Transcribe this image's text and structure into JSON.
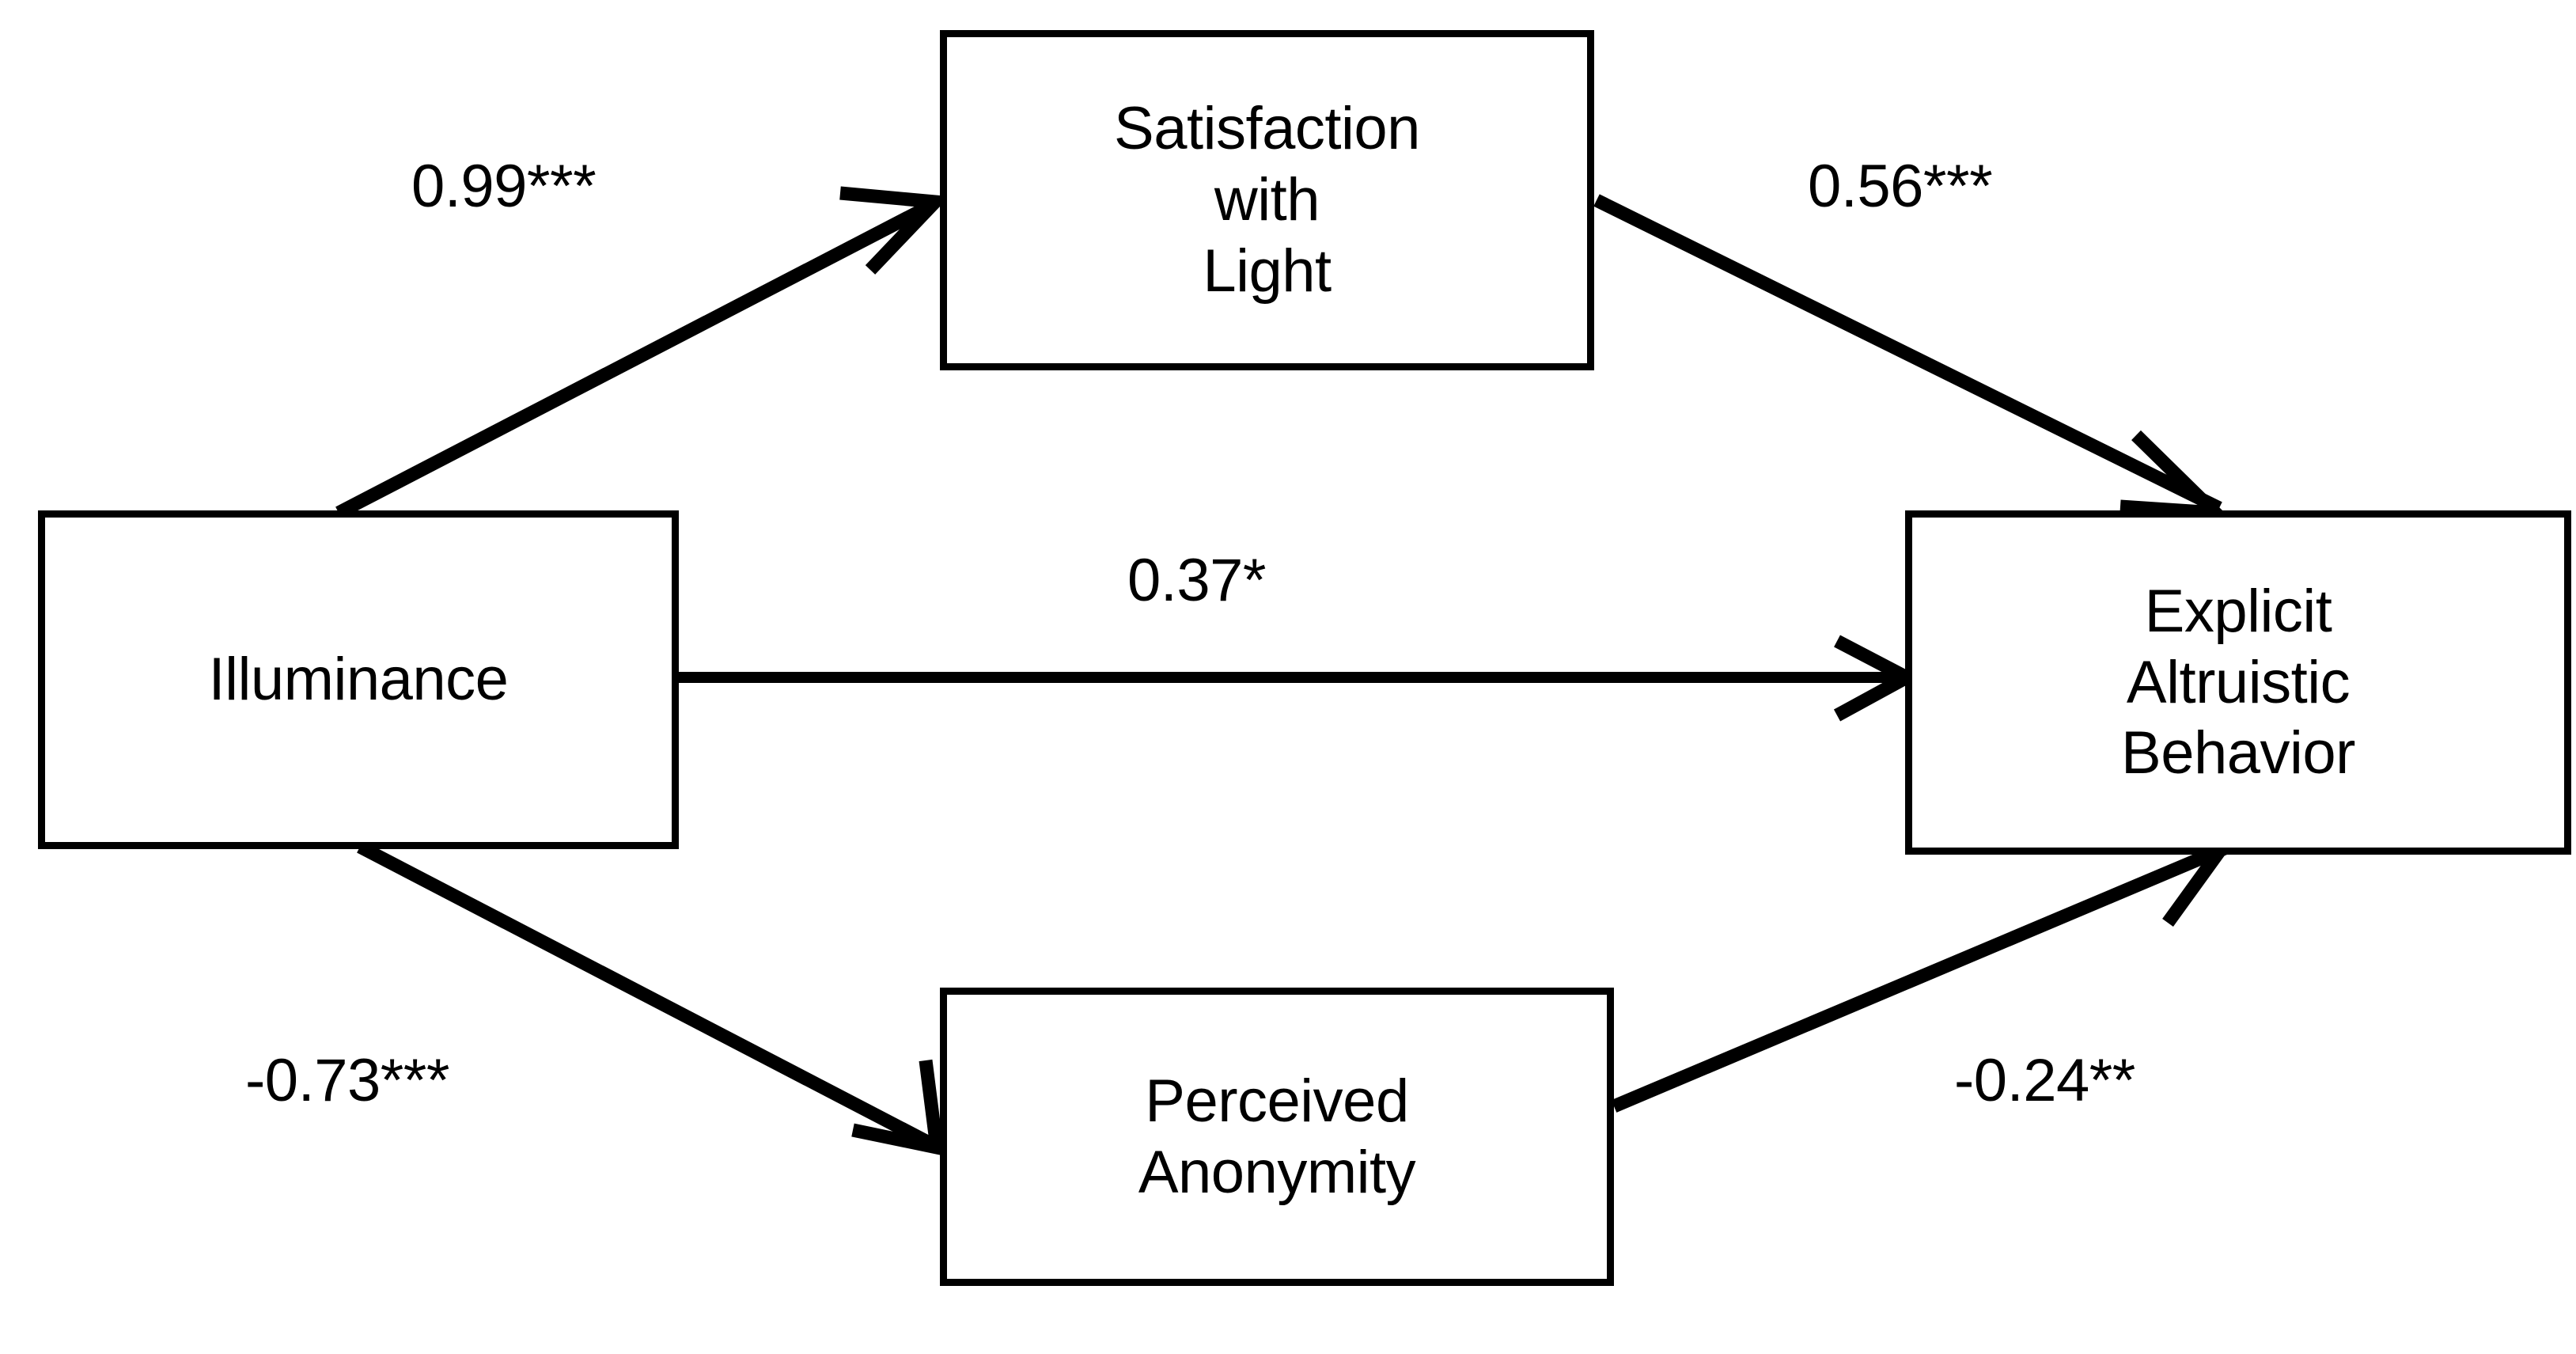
{
  "diagram": {
    "type": "path-model",
    "background_color": "#ffffff",
    "line_color": "#000000",
    "nodes": [
      {
        "id": "illuminance",
        "label": "Illuminance"
      },
      {
        "id": "satisfaction",
        "label": "Satisfaction\nwith\nLight"
      },
      {
        "id": "anonymity",
        "label": "Perceived\nAnonymity"
      },
      {
        "id": "explicit",
        "label": "Explicit\nAltruistic\nBehavior"
      }
    ],
    "edges": [
      {
        "id": "illum-satis",
        "from": "illuminance",
        "to": "satisfaction",
        "label": "0.99***",
        "coefficient": 0.99,
        "significance": "***"
      },
      {
        "id": "satis-explicit",
        "from": "satisfaction",
        "to": "explicit",
        "label": "0.56***",
        "coefficient": 0.56,
        "significance": "***"
      },
      {
        "id": "illum-explicit",
        "from": "illuminance",
        "to": "explicit",
        "label": "0.37*",
        "coefficient": 0.37,
        "significance": "*"
      },
      {
        "id": "illum-anon",
        "from": "illuminance",
        "to": "anonymity",
        "label": "-0.73***",
        "coefficient": -0.73,
        "significance": "***"
      },
      {
        "id": "anon-explicit",
        "from": "anonymity",
        "to": "explicit",
        "label": "-0.24**",
        "coefficient": -0.24,
        "significance": "**"
      }
    ]
  }
}
